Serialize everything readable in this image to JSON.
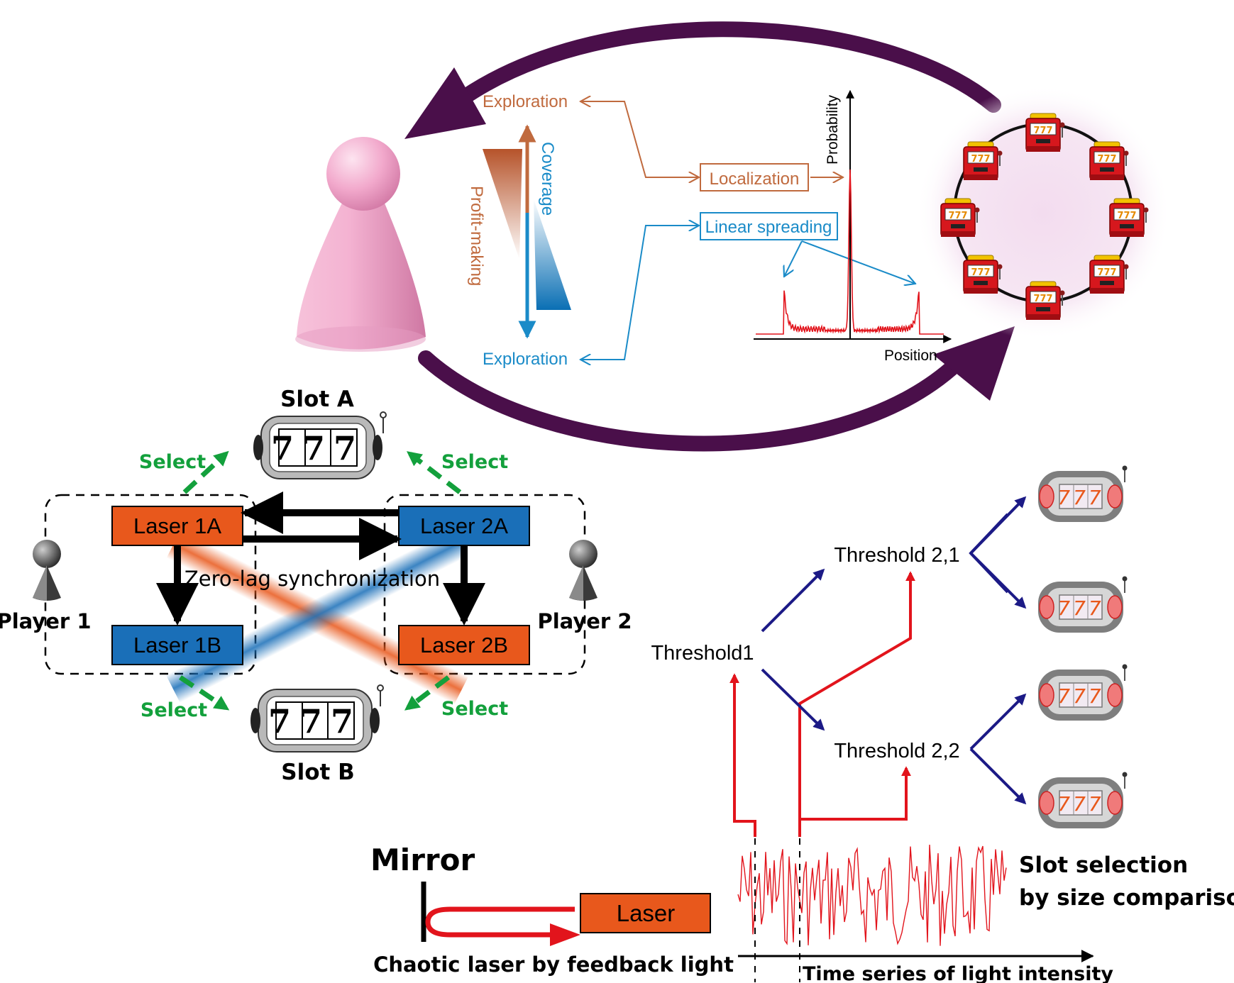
{
  "top_cycle": {
    "exploration_top": "Exploration",
    "exploration_bottom": "Exploration",
    "profit_making": "Profit-making",
    "coverage": "Coverage",
    "localization": "Localization",
    "linear_spreading": "Linear spreading",
    "y_axis_label": "Probability",
    "x_axis_label": "Position"
  },
  "players_panel": {
    "slot_a": "Slot A",
    "slot_b": "Slot B",
    "slot_digits": "777",
    "select_label": "Select",
    "laser_1a": "Laser 1A",
    "laser_2a": "Laser 2A",
    "laser_1b": "Laser 1B",
    "laser_2b": "Laser 2B",
    "zero_lag": "Zero-lag synchronization",
    "player_1": "Player 1",
    "player_2": "Player 2"
  },
  "chaotic_panel": {
    "mirror": "Mirror",
    "laser": "Laser",
    "caption": "Chaotic laser by feedback light",
    "time_series": "Time series of light intensity",
    "threshold1": "Threshold1",
    "threshold21": "Threshold 2,1",
    "threshold22": "Threshold 2,2",
    "slot_selection_line1": "Slot selection",
    "slot_selection_line2": "by size comparison",
    "slot_digits": "777"
  },
  "colors": {
    "purple_arrow": "#4a0f4a",
    "orange": "#e8581c",
    "blue": "#1a6fb8",
    "brown": "#c06a3e",
    "cyan": "#1a8bc8",
    "green": "#13a03c",
    "red": "#e2141c",
    "navy": "#1c1a86",
    "pink": "#f0a0c8"
  }
}
